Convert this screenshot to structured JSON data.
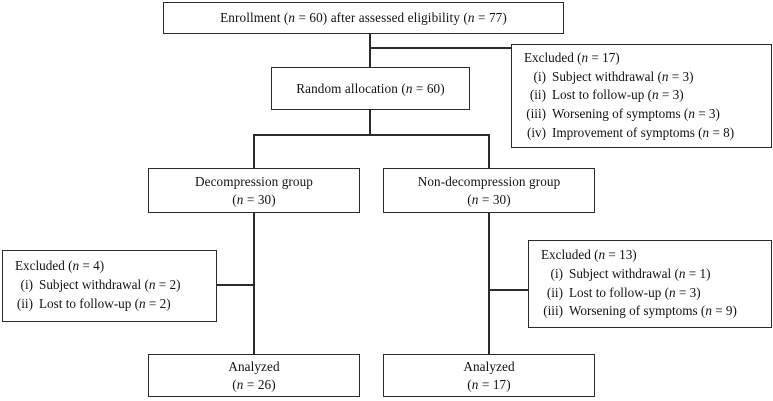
{
  "diagram": {
    "type": "consort-flow-diagram",
    "enrollment": {
      "label": "Enrollment (n = 60) after assessed eligibility (n = 77)"
    },
    "allocation": {
      "label": "Random allocation (n = 60)"
    },
    "excluded_top": {
      "heading": "Excluded (n = 17)",
      "items": [
        {
          "marker": "(i)",
          "text": "Subject withdrawal (n = 3)"
        },
        {
          "marker": "(ii)",
          "text": "Lost to follow-up (n = 3)"
        },
        {
          "marker": "(iii)",
          "text": "Worsening of symptoms (n = 3)"
        },
        {
          "marker": "(iv)",
          "text": "Improvement of symptoms (n = 8)"
        }
      ]
    },
    "group_left": {
      "title": "Decompression group",
      "count": "(n = 30)"
    },
    "group_right": {
      "title": "Non-decompression group",
      "count": "(n = 30)"
    },
    "excluded_left": {
      "heading": "Excluded (n = 4)",
      "items": [
        {
          "marker": "(i)",
          "text": "Subject withdrawal (n = 2)"
        },
        {
          "marker": "(ii)",
          "text": "Lost to follow-up (n = 2)"
        }
      ]
    },
    "excluded_right": {
      "heading": "Excluded (n = 13)",
      "items": [
        {
          "marker": "(i)",
          "text": "Subject withdrawal (n = 1)"
        },
        {
          "marker": "(ii)",
          "text": "Lost to follow-up (n = 3)"
        },
        {
          "marker": "(iii)",
          "text": "Worsening of symptoms (n = 9)"
        }
      ]
    },
    "analyzed_left": {
      "title": "Analyzed",
      "count": "(n = 26)"
    },
    "analyzed_right": {
      "title": "Analyzed",
      "count": "(n = 17)"
    },
    "colors": {
      "stroke": "#2b2b2b",
      "background": "#ffffff",
      "text": "#111111"
    }
  }
}
